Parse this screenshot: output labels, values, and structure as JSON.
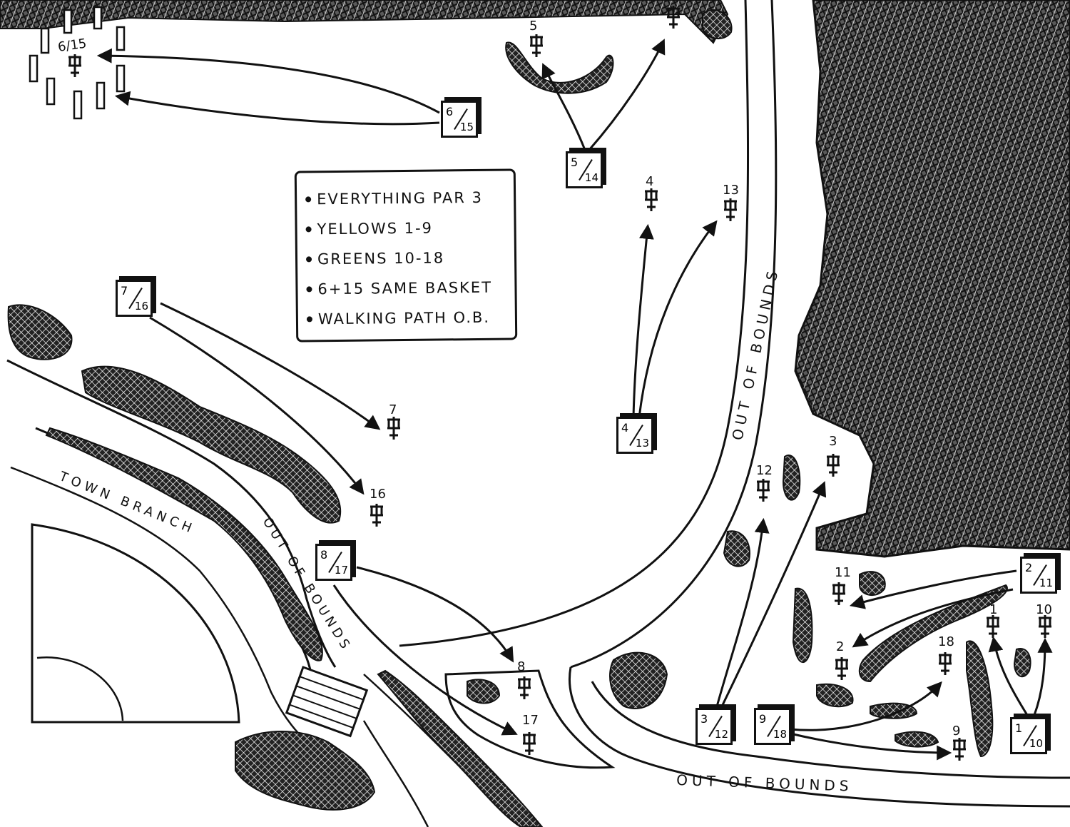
{
  "legend": {
    "items": [
      "EVERYTHING PAR 3",
      "YELLOWS 1-9",
      "GREENS 10-18",
      "6+15 SAME BASKET",
      "WALKING PATH O.B."
    ]
  },
  "labels": {
    "out_of_bounds_path": "OUT OF BOUNDS",
    "out_of_bounds_creek": "OUT OF BOUNDS",
    "out_of_bounds_bottom": "OUT OF BOUNDS",
    "town_branch": "TOWN BRANCH"
  },
  "tees": [
    {
      "front": "1",
      "back": "10"
    },
    {
      "front": "2",
      "back": "11"
    },
    {
      "front": "3",
      "back": "12"
    },
    {
      "front": "4",
      "back": "13"
    },
    {
      "front": "5",
      "back": "14"
    },
    {
      "front": "6",
      "back": "15"
    },
    {
      "front": "7",
      "back": "16"
    },
    {
      "front": "8",
      "back": "17"
    },
    {
      "front": "9",
      "back": "18"
    }
  ],
  "baskets": [
    "1",
    "2",
    "3",
    "4",
    "5",
    "6/15",
    "7",
    "8",
    "9",
    "10",
    "11",
    "12",
    "13",
    "16",
    "17",
    "18"
  ]
}
